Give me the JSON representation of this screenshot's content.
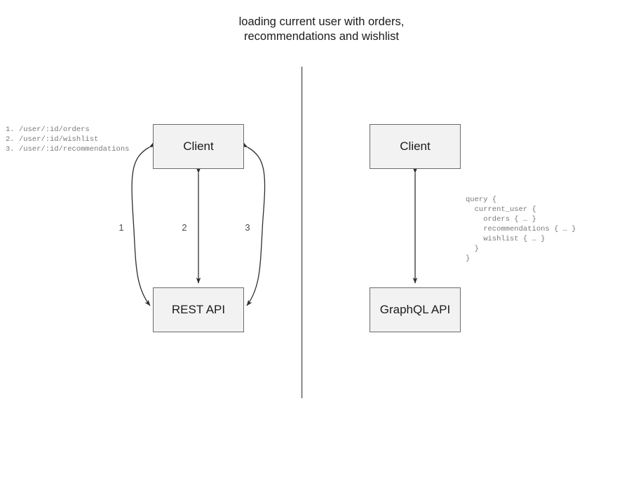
{
  "diagram": {
    "title": "loading current user with orders,\nrecommendations and wishlist",
    "divider": {
      "name": "vertical-divider",
      "color": "#6b6b6b"
    },
    "left_panel": {
      "name": "rest-approach",
      "endpoints_text": "1. /user/:id/orders\n2. /user/:id/wishlist\n3. /user/:id/recommendations",
      "endpoints": [
        {
          "number": "1.",
          "path": "/user/:id/orders"
        },
        {
          "number": "2.",
          "path": "/user/:id/wishlist"
        },
        {
          "number": "3.",
          "path": "/user/:id/recommendations"
        }
      ],
      "nodes": [
        {
          "id": "rest-client",
          "label": "Client"
        },
        {
          "id": "rest-api",
          "label": "REST API"
        }
      ],
      "edges": [
        {
          "id": "edge-1",
          "label": "1",
          "shape": "arc-left",
          "arrows": "both"
        },
        {
          "id": "edge-2",
          "label": "2",
          "shape": "straight",
          "arrows": "both"
        },
        {
          "id": "edge-3",
          "label": "3",
          "shape": "arc-right",
          "arrows": "both"
        }
      ]
    },
    "right_panel": {
      "name": "graphql-approach",
      "query_text": "query {\n  current_user {\n    orders { … }\n    recommendations { … }\n    wishlist { … }\n  }\n}",
      "query_lines": [
        "query {",
        "  current_user {",
        "    orders { … }",
        "    recommendations { … }",
        "    wishlist { … }",
        "  }",
        "}"
      ],
      "nodes": [
        {
          "id": "gql-client",
          "label": "Client"
        },
        {
          "id": "gql-api",
          "label": "GraphQL API"
        }
      ],
      "edges": [
        {
          "id": "gql-edge",
          "label": "",
          "shape": "straight",
          "arrows": "both"
        }
      ]
    },
    "colors": {
      "node_fill": "#f2f2f2",
      "node_stroke": "#6b6b6b",
      "text": "#1b1b1b",
      "code_text": "#7a7a7a",
      "edge_stroke": "#3a3a3a",
      "background": "#ffffff"
    }
  }
}
